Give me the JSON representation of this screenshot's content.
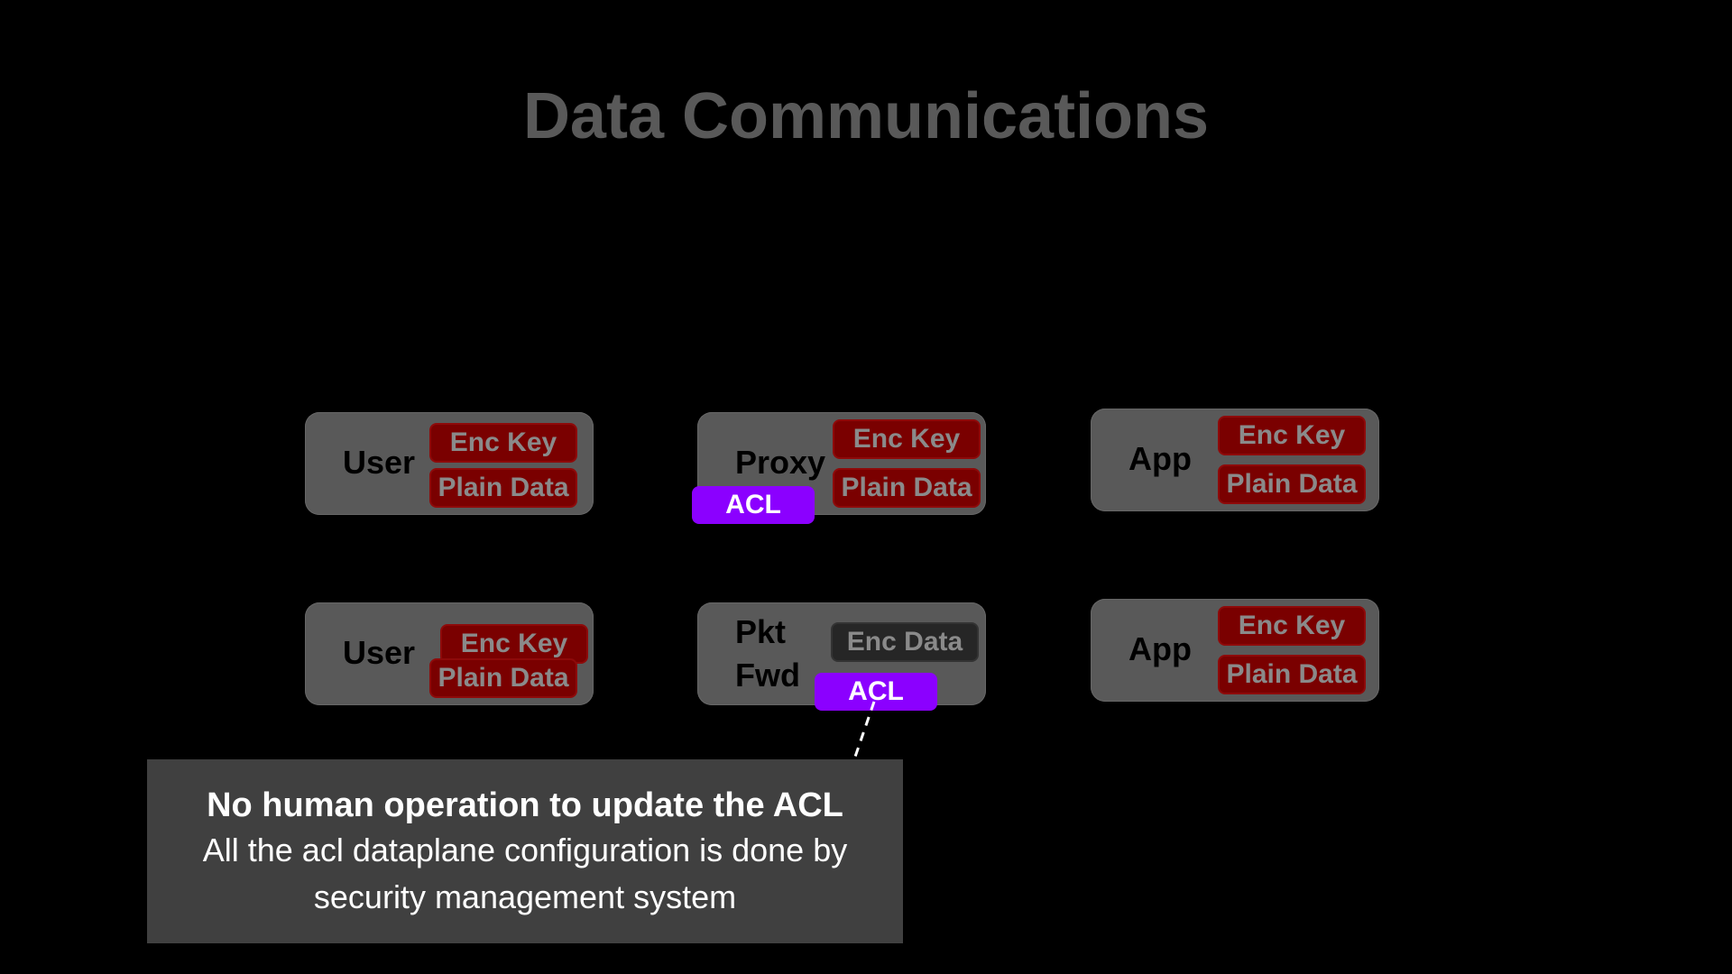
{
  "title": "Data Communications",
  "row1": {
    "user": {
      "label": "User",
      "enc_key": "Enc Key",
      "plain_data": "Plain Data"
    },
    "proxy": {
      "label": "Proxy",
      "enc_key": "Enc Key",
      "plain_data": "Plain Data",
      "acl": "ACL"
    },
    "app": {
      "label": "App",
      "enc_key": "Enc Key",
      "plain_data": "Plain Data"
    }
  },
  "row2": {
    "user": {
      "label": "User",
      "enc_key": "Enc Key",
      "plain_data": "Plain Data"
    },
    "pkt_fwd": {
      "label_line1": "Pkt",
      "label_line2": "Fwd",
      "enc_data": "Enc Data",
      "acl": "ACL"
    },
    "app": {
      "label": "App",
      "enc_key": "Enc Key",
      "plain_data": "Plain Data"
    }
  },
  "callout": {
    "heading": "No human operation to update the ACL",
    "body_line1": "All the acl dataplane configuration is done by",
    "body_line2": "security management system"
  },
  "colors": {
    "background": "#000000",
    "node": "#595959",
    "pill_red": "#7a0000",
    "acl_purple": "#8b00ff",
    "callout": "#404040"
  }
}
